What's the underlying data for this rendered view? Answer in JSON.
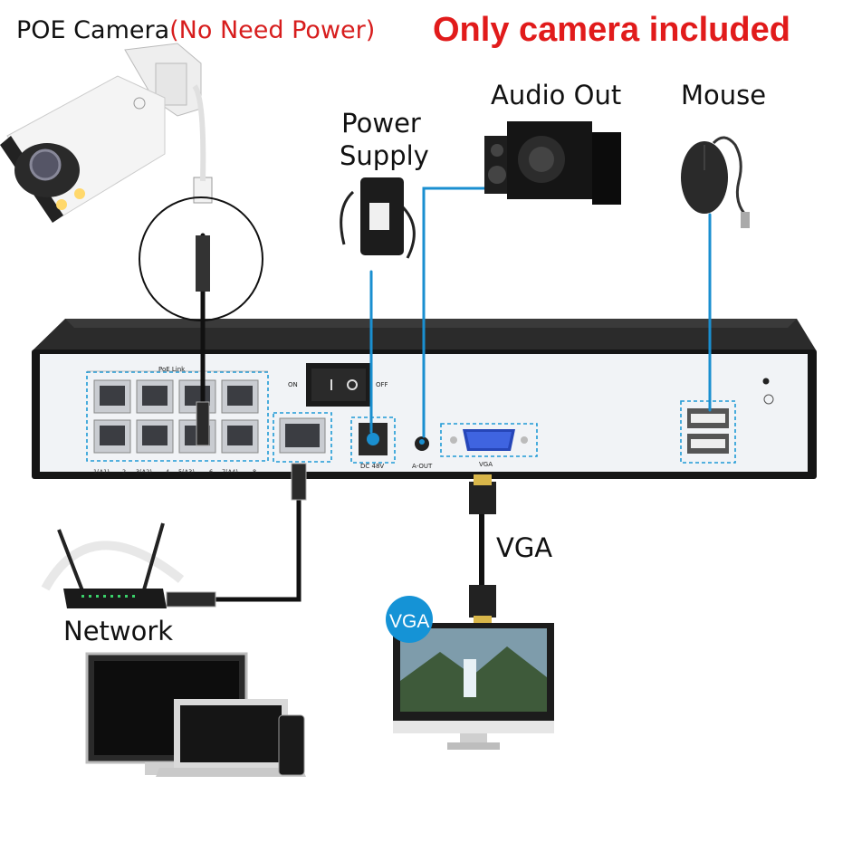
{
  "labels": {
    "camera": "POE Camera",
    "camera_note": "(No Need Power)",
    "headline": "Only camera included",
    "audio_out": "Audio Out",
    "mouse": "Mouse",
    "power_supply": "Power Supply",
    "network": "Network",
    "vga": "VGA",
    "vga_badge": "VGA"
  },
  "nvr_panel": {
    "poe_link": "PoE Link",
    "on": "ON",
    "off": "OFF",
    "dc": "DC 48V",
    "a_out": "A-OUT",
    "vga_port": "VGA",
    "port_numbers": [
      "1(A1)",
      "2",
      "3(A2)",
      "4",
      "5(A3)",
      "6",
      "7(A4)",
      "8"
    ]
  },
  "colors": {
    "headline": "#e11b1b",
    "note": "#d71d1d",
    "cable_blue": "#1a8fd0",
    "highlight_dash": "#1f9ad6",
    "nvr_body": "#1a1a1a",
    "panel": "#f2f4f7"
  },
  "icons": [
    "camera-icon",
    "power-adapter-icon",
    "speaker-icon",
    "mouse-icon",
    "router-icon",
    "monitor-icon",
    "computer-icon",
    "laptop-icon",
    "phone-icon"
  ]
}
